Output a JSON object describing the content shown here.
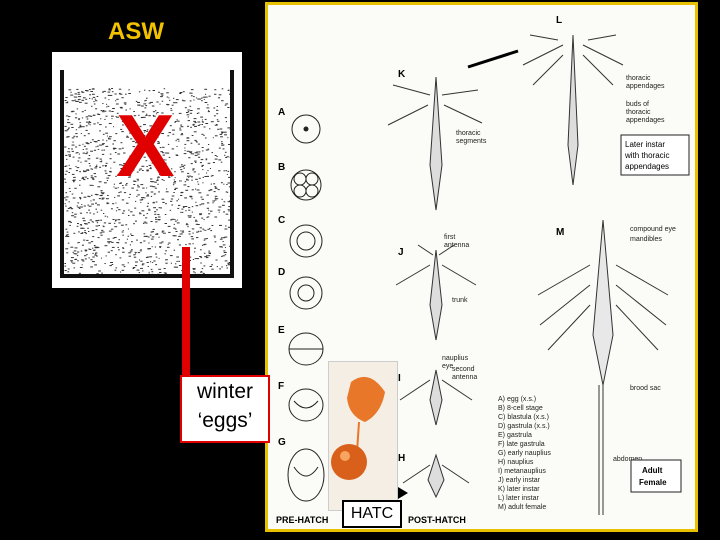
{
  "slide": {
    "title": "ASW",
    "tank_mark": "X",
    "callout_line1": "winter",
    "callout_line2": "‘eggs’",
    "hatch_label": "HATC"
  },
  "figure": {
    "stage_letters": [
      "A",
      "B",
      "C",
      "D",
      "E",
      "F",
      "G",
      "H",
      "I",
      "J",
      "K",
      "L",
      "M"
    ],
    "annotations": {
      "thoracic_appendages": [
        "thoracic",
        "appendages"
      ],
      "buds": [
        "buds of",
        "thoracic",
        "appendages"
      ],
      "thoracic_segments": [
        "thoracic",
        "segments"
      ],
      "later_instar_box": [
        "Later instar",
        "with thoracic",
        "appendages"
      ],
      "first_antenna": [
        "first",
        "antenna"
      ],
      "compound_eye": [
        "compound eye"
      ],
      "mandibles": [
        "mandibles"
      ],
      "trunk": [
        "trunk"
      ],
      "nauplius_eye": [
        "nauplius",
        "eye"
      ],
      "second_antenna": [
        "second",
        "antenna"
      ],
      "brood_sac": [
        "brood sac"
      ],
      "abdomen": [
        "abdomen"
      ],
      "adult_female": [
        "Adult",
        "Female"
      ]
    },
    "legend": [
      "A)  egg (x.s.)",
      "B)  8-cell stage",
      "C)  blastula (x.s.)",
      "D)  gastrula (x.s.)",
      "E)  gastrula",
      "F)  late gastrula",
      "G)  early nauplius",
      "H)  nauplius",
      "I)   metanauplius",
      "J)  early instar",
      "K)  later instar",
      "L)  later instar",
      "M)  adult female"
    ],
    "pre_hatch": "PRE-HATCH",
    "post_hatch": "POST-HATCH"
  },
  "colors": {
    "title": "#f2c200",
    "accent_red": "#e00000",
    "frame_gold": "#e7c000",
    "photo_orange": "#e8772a"
  }
}
